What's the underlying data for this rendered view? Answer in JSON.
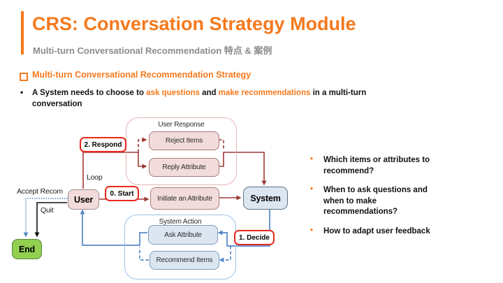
{
  "header": {
    "title": "CRS: Conversation Strategy Module",
    "subtitle": "Multi-turn Conversational Recommendation 特点 & 案例"
  },
  "section": {
    "bullet_square": "",
    "heading": "Multi-turn Conversational Recommendation Strategy",
    "bullet_char": "•",
    "line_prefix": "A System needs to choose to ",
    "highlight1": "ask questions",
    "mid": " and ",
    "highlight2": "make recommendations",
    "suffix": " in a multi-turn conversation"
  },
  "diagram": {
    "user_response": {
      "title": "User Response",
      "reject_label": "Reject Items",
      "reply_label": "Reply Attribute"
    },
    "system_action": {
      "title": "System Action",
      "ask_label": "Ask Attribute",
      "recommend_label": "Recommend Items"
    },
    "nodes": {
      "user": "User",
      "system": "System",
      "end": "End",
      "initiate": "Initiate an Attribute"
    },
    "step_labels": {
      "respond": "2. Respond",
      "start": "0. Start",
      "decide": "1. Decide"
    },
    "edge_labels": {
      "loop": "Loop",
      "accept": "Accept Recom",
      "quit": "Quit"
    }
  },
  "questions": {
    "bullet_char": "•",
    "items": [
      "Which items or attributes to recommend?",
      "When to ask questions and when to make recommendations?",
      " How to adapt user feedback"
    ]
  },
  "colors": {
    "accent_orange": "#F5791D",
    "subtitle_gray": "#8B8B8E",
    "dark_red": "#9E3A37",
    "flow_blue": "#5588C7",
    "end_green": "#92D050",
    "pink_fill": "#F2DCDB",
    "blue_fill": "#DCE6F1",
    "label_red_border": "#E8291C"
  }
}
